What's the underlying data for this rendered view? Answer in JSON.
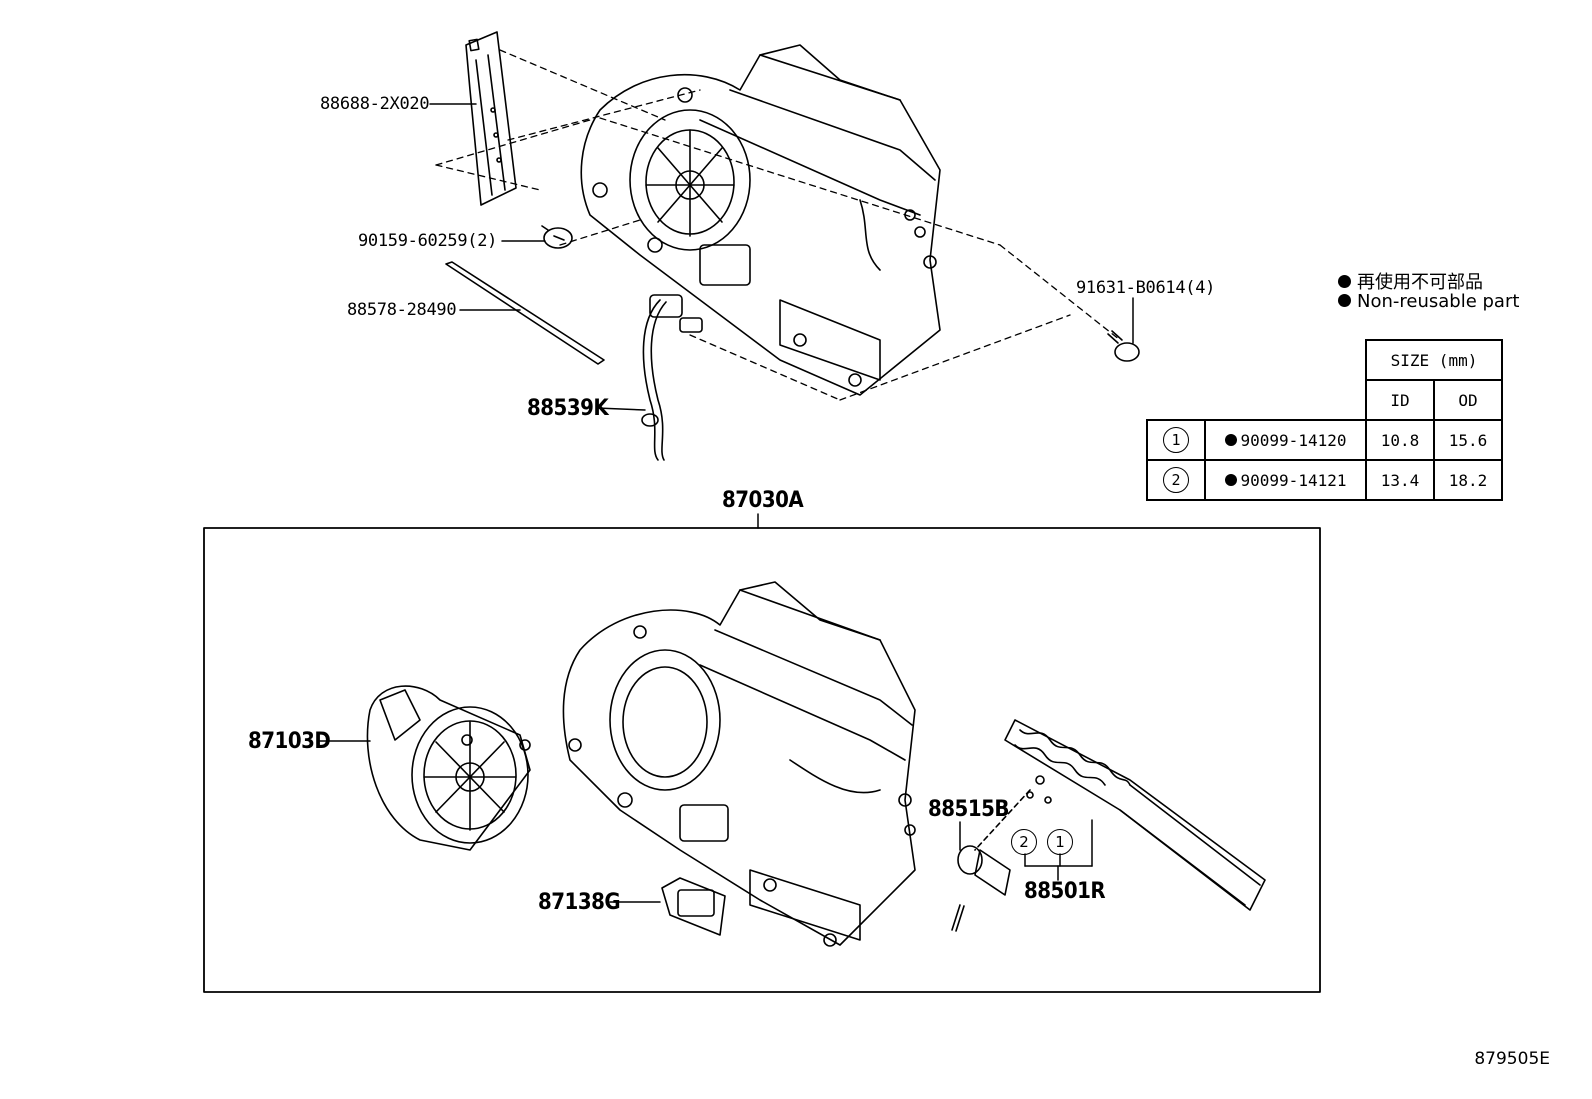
{
  "parts": {
    "p88688": "88688-2X020",
    "p90159": "90159-60259(2)",
    "p88578": "88578-28490",
    "p88539": "88539K",
    "p91631": "91631-B0614(4)",
    "p87030": "87030A",
    "p87103": "87103D",
    "p87138": "87138G",
    "p88515": "88515B",
    "p88501": "88501R"
  },
  "legend": {
    "japanese": "再使用不可部品",
    "english": "Non-reusable part"
  },
  "size_table": {
    "header": "SIZE (mm)",
    "col_id": "ID",
    "col_od": "OD",
    "rows": [
      {
        "ref": "1",
        "part": "90099-14120",
        "id": "10.8",
        "od": "15.6"
      },
      {
        "ref": "2",
        "part": "90099-14121",
        "id": "13.4",
        "od": "18.2"
      }
    ]
  },
  "callouts": {
    "c1": "1",
    "c2": "2"
  },
  "illustration_code": "879505E"
}
